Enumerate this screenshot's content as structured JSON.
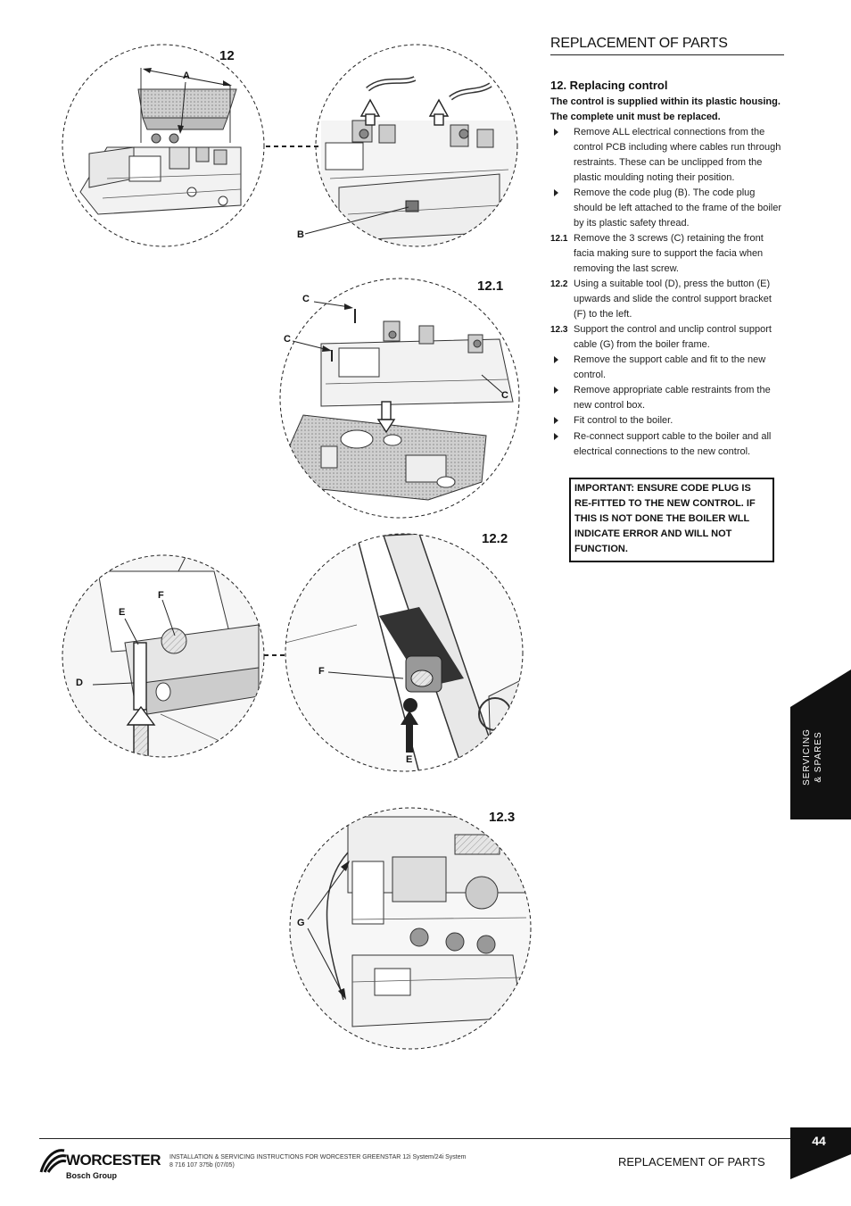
{
  "section_header": "REPLACEMENT OF PARTS",
  "subtitle": "12. Replacing control",
  "intro": "The control is supplied within its plastic housing. The complete unit must be replaced.",
  "steps": [
    {
      "marker": "",
      "text": "Remove ALL electrical connections from the control PCB including where cables run through restraints. These can be unclipped from the plastic moulding noting their position."
    },
    {
      "marker": "",
      "text": "Remove the code plug (B). The code plug should be left attached to the frame of the boiler by its plastic safety thread."
    },
    {
      "marker": "12.1",
      "text": "Remove the 3 screws (C) retaining the front facia making sure to support the facia when removing the last screw."
    },
    {
      "marker": "12.2",
      "text": "Using a suitable tool (D), press the button (E) upwards and slide the control support bracket (F) to the left."
    },
    {
      "marker": "12.3",
      "text": "Support the control and unclip control support cable (G) from the boiler frame."
    },
    {
      "marker": "",
      "text": "Remove the support cable and fit to the new control."
    },
    {
      "marker": "",
      "text": "Remove appropriate cable restraints from the new control box."
    },
    {
      "marker": "",
      "text": "Fit control to the boiler."
    },
    {
      "marker": "",
      "text": "Re-connect support cable to the boiler and all electrical connections to the new control."
    }
  ],
  "important": "IMPORTANT: ENSURE CODE PLUG IS RE-FITTED TO THE NEW CONTROL. IF THIS IS NOT DONE THE BOILER WLL INDICATE ERROR AND WILL NOT FUNCTION.",
  "figures": {
    "fig12": "12",
    "fig12_1": "12.1",
    "fig12_2": "12.2",
    "fig12_3": "12.3"
  },
  "callouts": {
    "a": "A",
    "b": "B",
    "c1": "C",
    "c2": "C",
    "c3": "C",
    "d": "D",
    "e1": "E",
    "e2": "E",
    "f1": "F",
    "f2": "F",
    "g": "G"
  },
  "side_tab": {
    "line1": "SERVICING",
    "line2": "& SPARES"
  },
  "footer": {
    "page_number": "44",
    "logo_word": "WORCESTER",
    "logo_sub": "Bosch Group",
    "doc_line1": "INSTALLATION & SERVICING INSTRUCTIONS FOR WORCESTER GREENSTAR 12i System/24i System",
    "doc_line2": "8 716 107 375b (07/05)",
    "right_label": "REPLACEMENT OF PARTS"
  },
  "colors": {
    "tab_black": "#111111",
    "line_art": "#333333"
  }
}
